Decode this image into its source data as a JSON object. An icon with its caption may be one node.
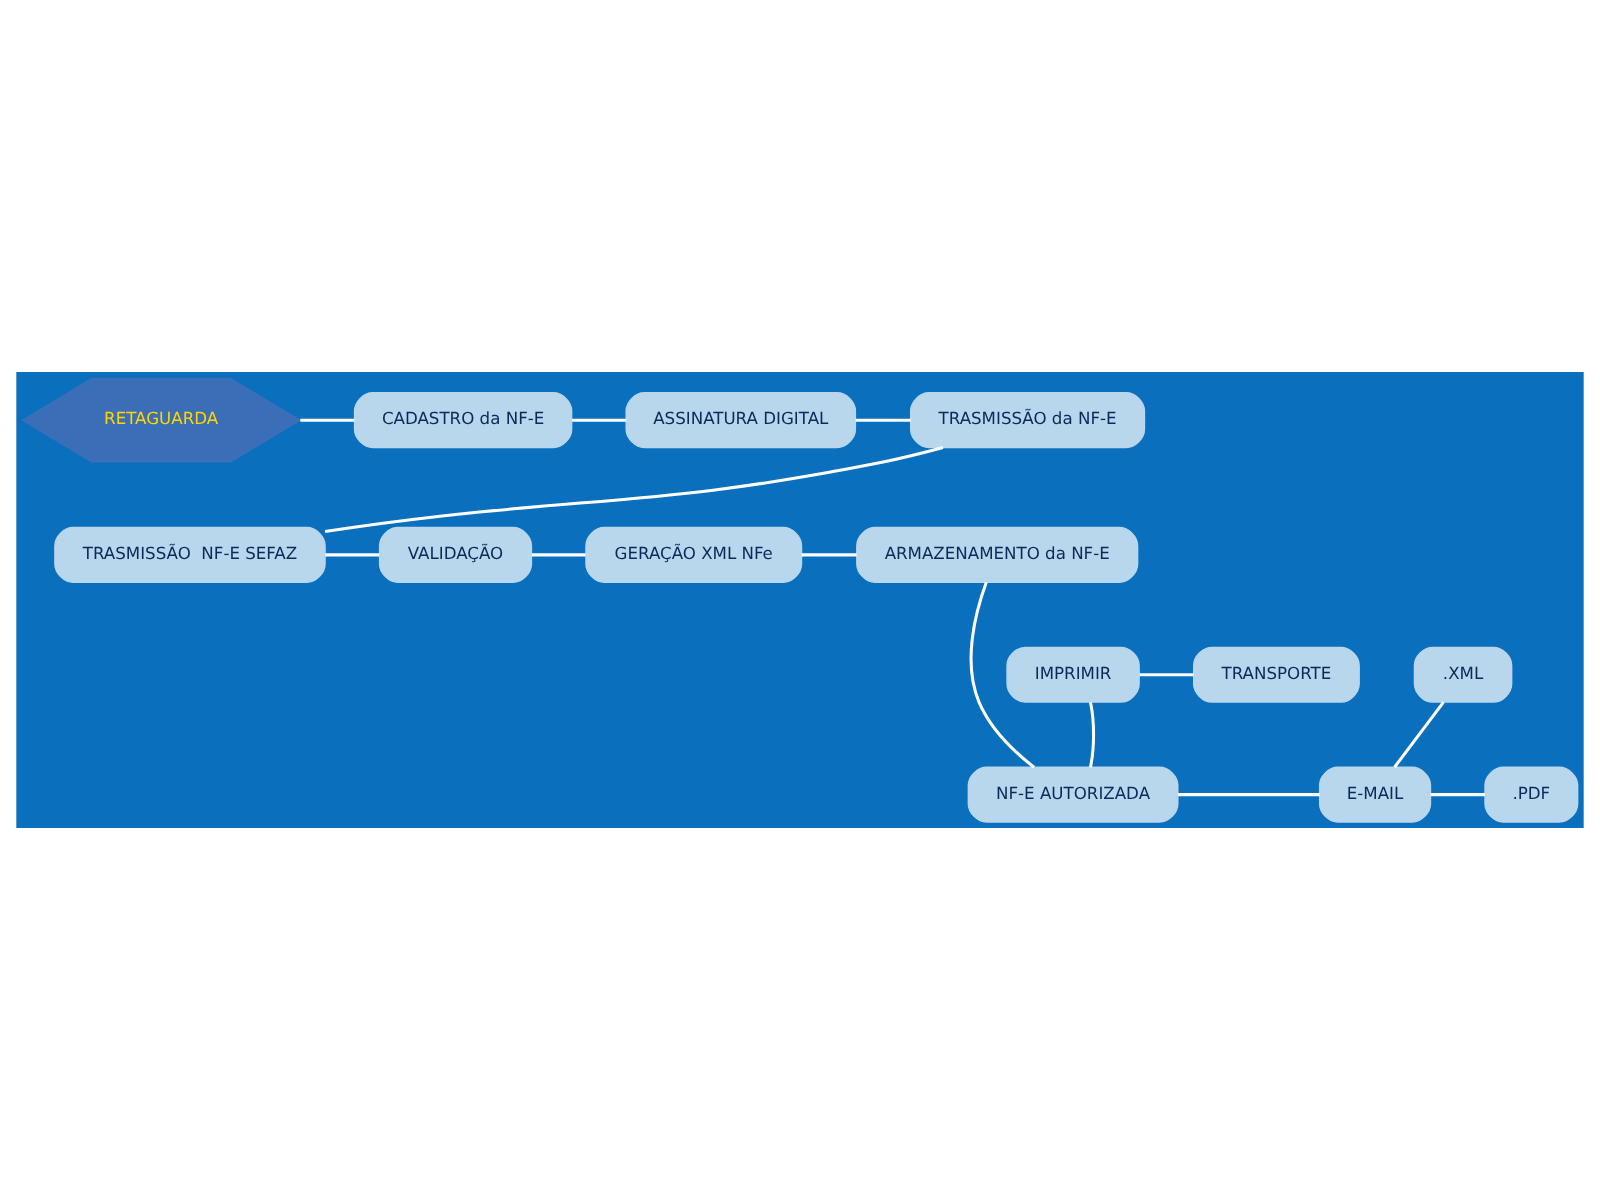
{
  "diagram": {
    "nodes": [
      {
        "text": [
          "RETAGUARDA"
        ]
      },
      {
        "text": [
          "CADASTRO da NF-E"
        ]
      },
      {
        "text": [
          "ASSINATURA DIGITAL"
        ]
      },
      {
        "text": [
          "TRASMISSÃO da NF-E"
        ]
      },
      {
        "text": [
          "TRASMISSÃO  NF-E SEFAZ"
        ]
      },
      {
        "text": [
          "VALIDAÇÃO"
        ]
      },
      {
        "text": [
          "GERAÇÃO XML NFe"
        ]
      },
      {
        "text": [
          "ARMAZENAMENTO da NF-E"
        ]
      },
      {
        "text": [
          "IMPRIMIR"
        ]
      },
      {
        "text": [
          "TRANSPORTE"
        ]
      },
      {
        "text": [
          ".XML"
        ]
      },
      {
        "text": [
          "NF-E AUTORIZADA"
        ]
      },
      {
        "text": [
          "E-MAIL"
        ]
      },
      {
        "text": [
          ".PDF"
        ]
      }
    ],
    "edges": [
      {
        "from": 0,
        "to": 1,
        "arrow": "none"
      },
      {
        "from": 1,
        "to": 2,
        "arrow": "none"
      },
      {
        "from": 2,
        "to": 3,
        "arrow": "none"
      },
      {
        "from": 3,
        "to": 4,
        "arrow": "none"
      },
      {
        "from": 4,
        "to": 5,
        "arrow": "none"
      },
      {
        "from": 5,
        "to": 6,
        "arrow": "none"
      },
      {
        "from": 6,
        "to": 7,
        "arrow": "none"
      },
      {
        "from": 7,
        "to": 11,
        "arrow": "none"
      },
      {
        "from": 11,
        "to": 8,
        "arrow": "none"
      },
      {
        "from": 8,
        "to": 9,
        "arrow": "none"
      },
      {
        "from": 11,
        "to": 12,
        "arrow": "none"
      },
      {
        "from": 12,
        "to": 10,
        "arrow": "none"
      },
      {
        "from": 12,
        "to": 13,
        "arrow": "none"
      }
    ]
  }
}
